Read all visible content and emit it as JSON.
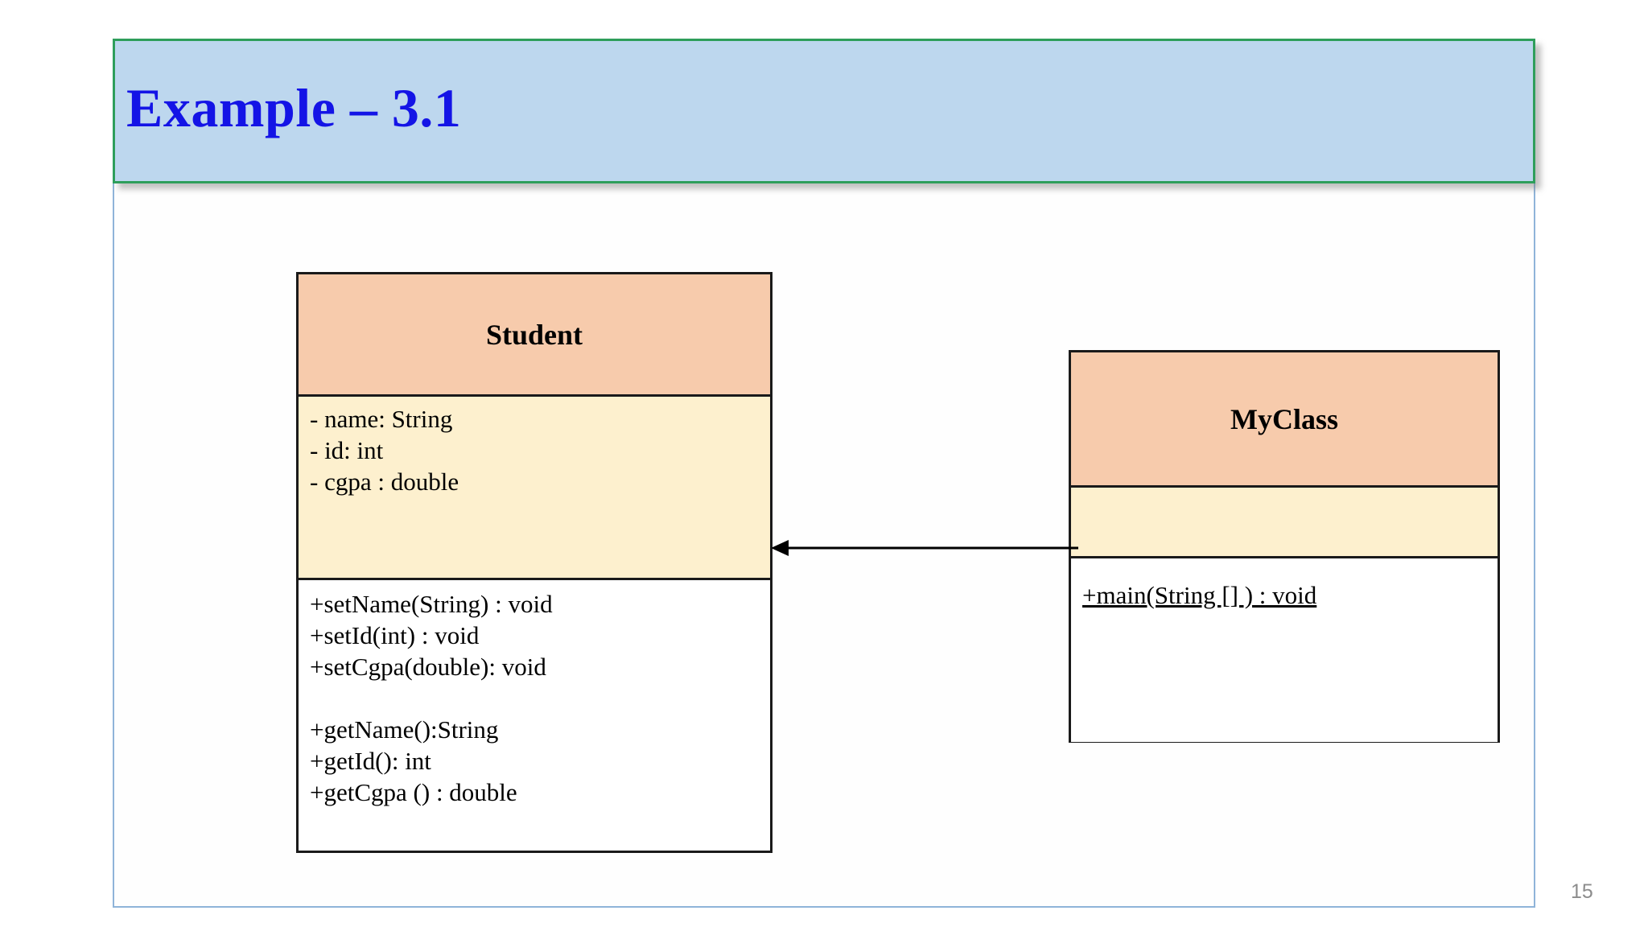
{
  "slide": {
    "title": "Example – 3.1",
    "page_number": "15",
    "title_color": "#1414E6",
    "banner_fill": "#BDD7EE",
    "banner_border": "#2E9E5B",
    "slide_border": "#8FB4D9"
  },
  "diagram": {
    "type": "uml-class-diagram",
    "header_fill": "#F7CBAC",
    "attrs_fill": "#FDF0CE",
    "methods_fill": "#FFFFFF",
    "border_color": "#1A1A1A",
    "classes": [
      {
        "name": "Student",
        "attributes": [
          "- name: String",
          "- id: int",
          "- cgpa : double"
        ],
        "methods": [
          "+setName(String) : void",
          "+setId(int) : void",
          "+setCgpa(double): void",
          "",
          "+getName():String",
          "+getId(): int",
          "+getCgpa () : double"
        ]
      },
      {
        "name": "MyClass",
        "attributes": [],
        "methods": [
          "+main(String [] ) : void"
        ]
      }
    ],
    "relationship": {
      "kind": "association",
      "from": "MyClass",
      "to": "Student",
      "arrow_direction": "left",
      "arrowhead": "solid-filled"
    }
  }
}
